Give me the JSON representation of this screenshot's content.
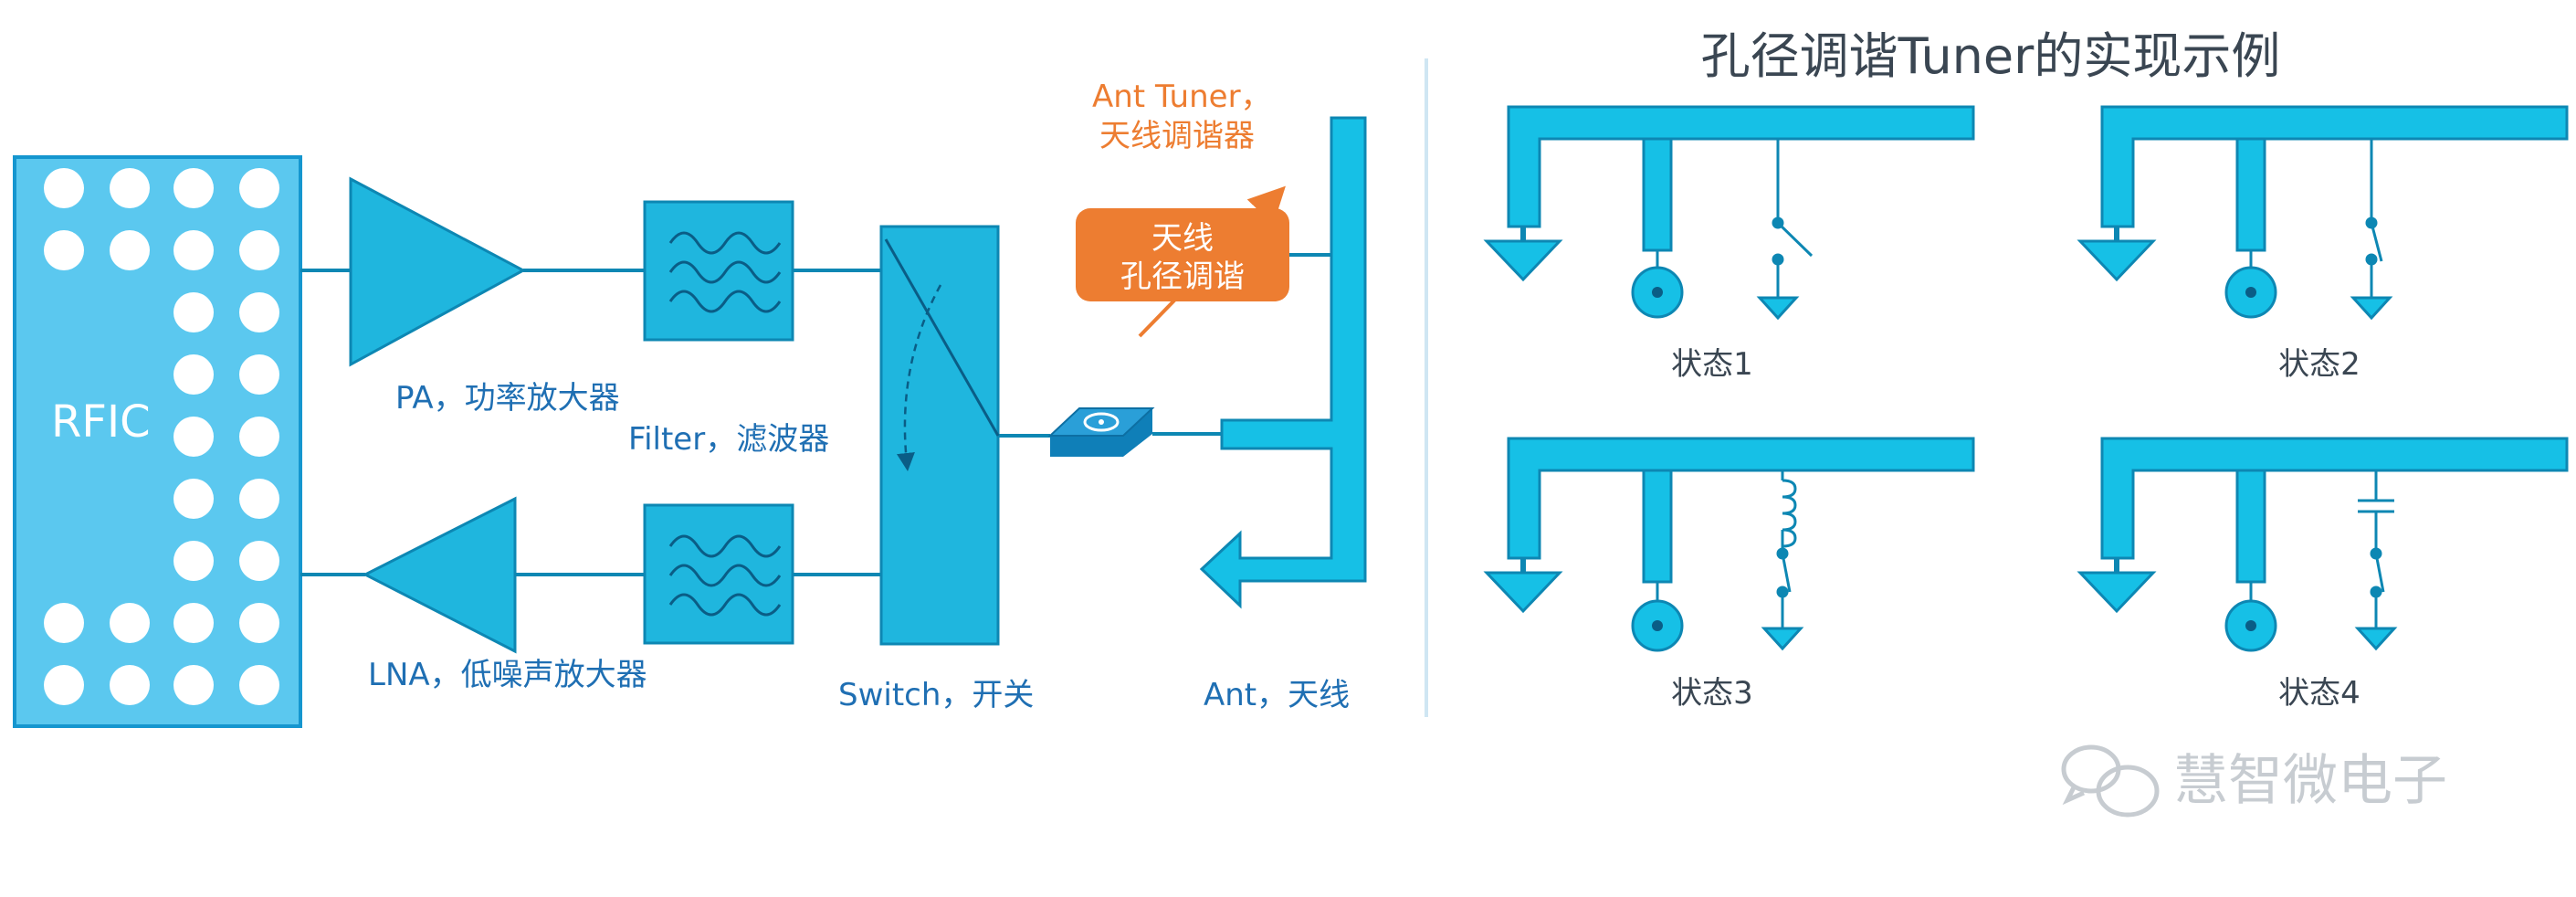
{
  "left": {
    "rfic_label": "RFIC",
    "pa_label": "PA，功率放大器",
    "filter_label": "Filter，滤波器",
    "lna_label": "LNA，低噪声放大器",
    "switch_label": "Switch，开关",
    "ant_label": "Ant，天线",
    "tuner_title_line1": "Ant Tuner，",
    "tuner_title_line2": "天线调谐器",
    "aperture_box_line1": "天线",
    "aperture_box_line2": "孔径调谐"
  },
  "right": {
    "title": "孔径调谐Tuner的实现示例",
    "states": [
      "状态1",
      "状态2",
      "状态3",
      "状态4"
    ]
  },
  "watermark": "慧智微电子",
  "colors": {
    "component_fill": "#1fb6de",
    "component_stroke": "#0d87b3",
    "rfic_fill": "#5bc8ef",
    "label_blue": "#1f6fb3",
    "accent_orange": "#ed7d31",
    "antenna_cyan": "#16c0e6",
    "divider": "#cfe6f3"
  }
}
